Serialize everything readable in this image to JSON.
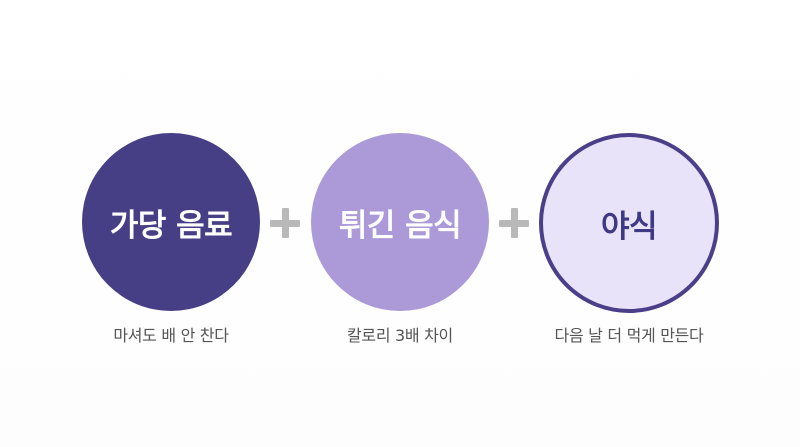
{
  "colors": {
    "circle1_fill": "#463f86",
    "circle2_fill": "#ac99d8",
    "circle3_fill": "#e8e3f8",
    "circle3_border": "#4a3f88",
    "circle3_text": "#3f3884",
    "plus": "#b9b9b9",
    "caption_text": "#555555"
  },
  "icons": [
    "plus-icon",
    "plus-icon"
  ],
  "items": [
    {
      "title": "가당 음료",
      "caption": "마셔도 배 안 찬다"
    },
    {
      "title": "튀긴 음식",
      "caption": "칼로리 3배 차이"
    },
    {
      "title": "야식",
      "caption": "다음 날 더 먹게 만든다"
    }
  ]
}
